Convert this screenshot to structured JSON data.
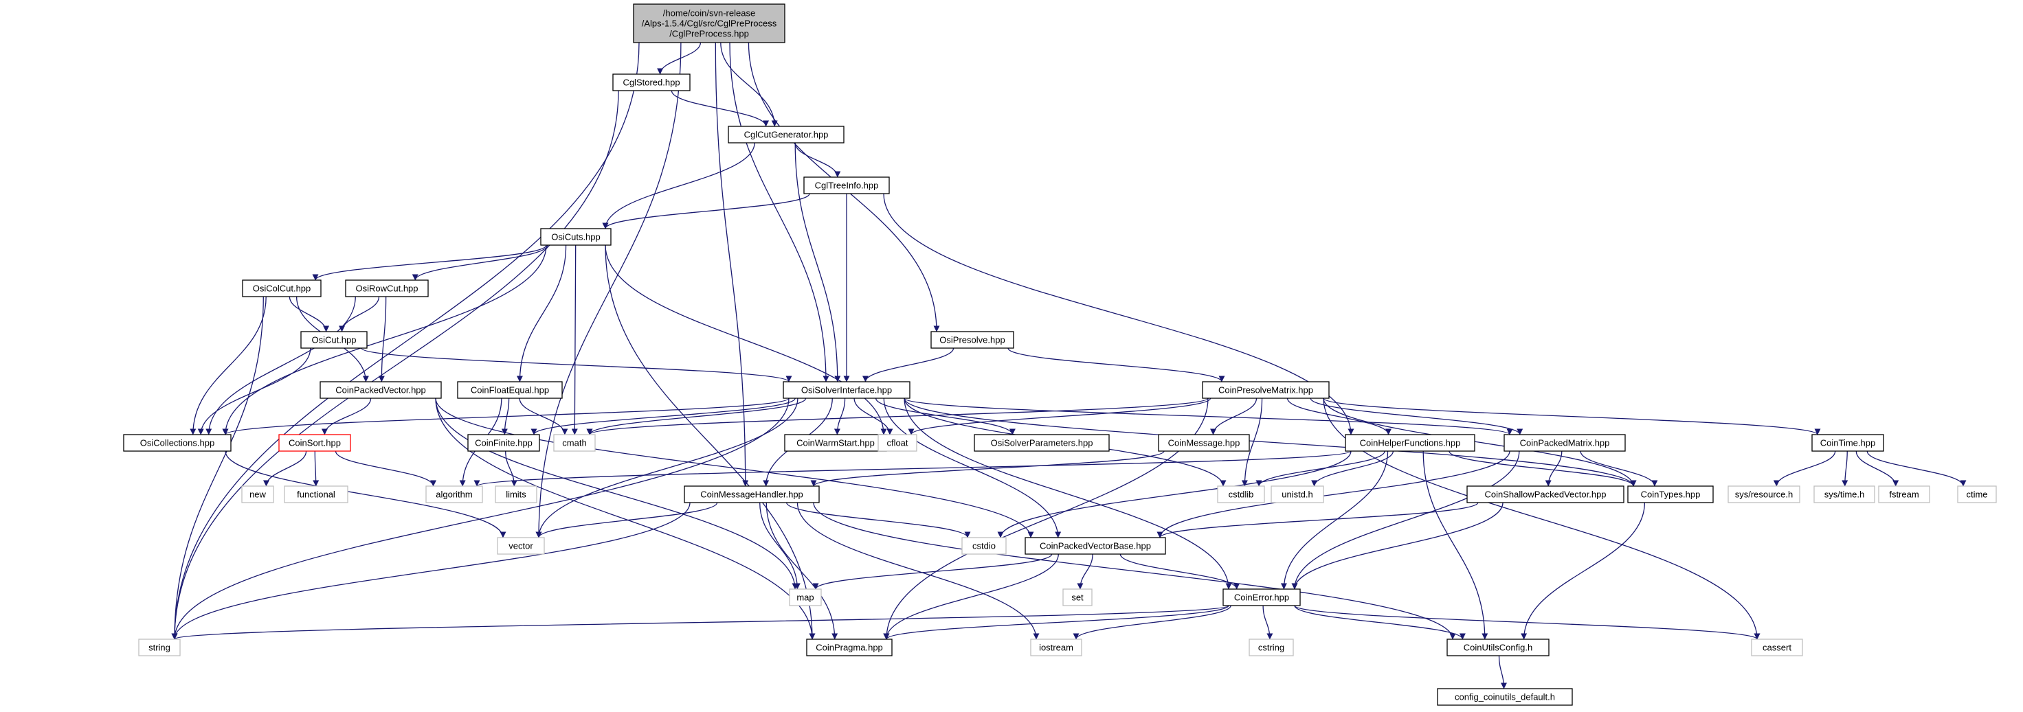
{
  "diagram": {
    "type": "include-dependency-graph",
    "colors": {
      "edge": "#191970",
      "root_fill": "#bfbfbf",
      "file_border": "#000000",
      "system_border": "#bfbfbf",
      "truncated_border": "#ff0000"
    },
    "nodes": [
      {
        "id": "root",
        "kind": "root",
        "label": [
          "/home/coin/svn-release",
          "/Alps-1.5.4/Cgl/src/CglPreProcess",
          "/CglPreProcess.hpp"
        ]
      },
      {
        "id": "cglstored",
        "kind": "file",
        "label": [
          "CglStored.hpp"
        ]
      },
      {
        "id": "cglcutgen",
        "kind": "file",
        "label": [
          "CglCutGenerator.hpp"
        ]
      },
      {
        "id": "cgltreeinfo",
        "kind": "file",
        "label": [
          "CglTreeInfo.hpp"
        ]
      },
      {
        "id": "osicuts",
        "kind": "file",
        "label": [
          "OsiCuts.hpp"
        ]
      },
      {
        "id": "osicolcut",
        "kind": "file",
        "label": [
          "OsiColCut.hpp"
        ]
      },
      {
        "id": "osirowcut",
        "kind": "file",
        "label": [
          "OsiRowCut.hpp"
        ]
      },
      {
        "id": "osicut",
        "kind": "file",
        "label": [
          "OsiCut.hpp"
        ]
      },
      {
        "id": "osipresolve",
        "kind": "file",
        "label": [
          "OsiPresolve.hpp"
        ]
      },
      {
        "id": "coinpackedvector",
        "kind": "file",
        "label": [
          "CoinPackedVector.hpp"
        ]
      },
      {
        "id": "coinfloatequal",
        "kind": "file",
        "label": [
          "CoinFloatEqual.hpp"
        ]
      },
      {
        "id": "osisolverinterface",
        "kind": "file",
        "label": [
          "OsiSolverInterface.hpp"
        ]
      },
      {
        "id": "coinpresolvematrix",
        "kind": "file",
        "label": [
          "CoinPresolveMatrix.hpp"
        ]
      },
      {
        "id": "osicollections",
        "kind": "file",
        "label": [
          "OsiCollections.hpp"
        ]
      },
      {
        "id": "coinsort",
        "kind": "trunc",
        "label": [
          "CoinSort.hpp"
        ]
      },
      {
        "id": "coinfinite",
        "kind": "file",
        "label": [
          "CoinFinite.hpp"
        ]
      },
      {
        "id": "cmath",
        "kind": "sys",
        "label": [
          "cmath"
        ]
      },
      {
        "id": "coinwarmstart",
        "kind": "file",
        "label": [
          "CoinWarmStart.hpp"
        ]
      },
      {
        "id": "cfloat",
        "kind": "sys",
        "label": [
          "cfloat"
        ]
      },
      {
        "id": "osisolverparams",
        "kind": "file",
        "label": [
          "OsiSolverParameters.hpp"
        ]
      },
      {
        "id": "coinmessage",
        "kind": "file",
        "label": [
          "CoinMessage.hpp"
        ]
      },
      {
        "id": "coinhelperfunctions",
        "kind": "file",
        "label": [
          "CoinHelperFunctions.hpp"
        ]
      },
      {
        "id": "coinpackedmatrix",
        "kind": "file",
        "label": [
          "CoinPackedMatrix.hpp"
        ]
      },
      {
        "id": "cointime",
        "kind": "file",
        "label": [
          "CoinTime.hpp"
        ]
      },
      {
        "id": "new",
        "kind": "sys",
        "label": [
          "new"
        ]
      },
      {
        "id": "functional",
        "kind": "sys",
        "label": [
          "functional"
        ]
      },
      {
        "id": "algorithm",
        "kind": "sys",
        "label": [
          "algorithm"
        ]
      },
      {
        "id": "limits",
        "kind": "sys",
        "label": [
          "limits"
        ]
      },
      {
        "id": "coinmessagehandler",
        "kind": "file",
        "label": [
          "CoinMessageHandler.hpp"
        ]
      },
      {
        "id": "cstdlib",
        "kind": "sys",
        "label": [
          "cstdlib"
        ]
      },
      {
        "id": "unistd",
        "kind": "sys",
        "label": [
          "unistd.h"
        ]
      },
      {
        "id": "coinshallowpackedvector",
        "kind": "file",
        "label": [
          "CoinShallowPackedVector.hpp"
        ]
      },
      {
        "id": "cointypes",
        "kind": "file",
        "label": [
          "CoinTypes.hpp"
        ]
      },
      {
        "id": "sysresource",
        "kind": "sys",
        "label": [
          "sys/resource.h"
        ]
      },
      {
        "id": "systime",
        "kind": "sys",
        "label": [
          "sys/time.h"
        ]
      },
      {
        "id": "fstream",
        "kind": "sys",
        "label": [
          "fstream"
        ]
      },
      {
        "id": "ctime",
        "kind": "sys",
        "label": [
          "ctime"
        ]
      },
      {
        "id": "vector",
        "kind": "sys",
        "label": [
          "vector"
        ]
      },
      {
        "id": "cstdio",
        "kind": "sys",
        "label": [
          "cstdio"
        ]
      },
      {
        "id": "coinpackedvectorbase",
        "kind": "file",
        "label": [
          "CoinPackedVectorBase.hpp"
        ]
      },
      {
        "id": "map",
        "kind": "sys",
        "label": [
          "map"
        ]
      },
      {
        "id": "set",
        "kind": "sys",
        "label": [
          "set"
        ]
      },
      {
        "id": "coinerror",
        "kind": "file",
        "label": [
          "CoinError.hpp"
        ]
      },
      {
        "id": "string",
        "kind": "sys",
        "label": [
          "string"
        ]
      },
      {
        "id": "coinpragma",
        "kind": "file",
        "label": [
          "CoinPragma.hpp"
        ]
      },
      {
        "id": "iostream",
        "kind": "sys",
        "label": [
          "iostream"
        ]
      },
      {
        "id": "cstring",
        "kind": "sys",
        "label": [
          "cstring"
        ]
      },
      {
        "id": "coinutilsconfig",
        "kind": "file",
        "label": [
          "CoinUtilsConfig.h"
        ]
      },
      {
        "id": "cassert",
        "kind": "sys",
        "label": [
          "cassert"
        ]
      },
      {
        "id": "configcoinutils",
        "kind": "file",
        "label": [
          "config_coinutils_default.h"
        ]
      }
    ],
    "edges": [
      [
        "root",
        "string"
      ],
      [
        "root",
        "vector"
      ],
      [
        "root",
        "cglstored"
      ],
      [
        "root",
        "cglcutgen"
      ],
      [
        "root",
        "coinmessagehandler"
      ],
      [
        "root",
        "osisolverinterface"
      ],
      [
        "root",
        "osipresolve"
      ],
      [
        "cglstored",
        "cglcutgen"
      ],
      [
        "cglstored",
        "string"
      ],
      [
        "cglcutgen",
        "cgltreeinfo"
      ],
      [
        "cglcutgen",
        "osicuts"
      ],
      [
        "cglcutgen",
        "osisolverinterface"
      ],
      [
        "cgltreeinfo",
        "osicuts"
      ],
      [
        "cgltreeinfo",
        "osisolverinterface"
      ],
      [
        "cgltreeinfo",
        "coinhelperfunctions"
      ],
      [
        "osicuts",
        "osicolcut"
      ],
      [
        "osicuts",
        "osirowcut"
      ],
      [
        "osicuts",
        "osicollections"
      ],
      [
        "osicuts",
        "coinfloatequal"
      ],
      [
        "osicuts",
        "cmath"
      ],
      [
        "osicuts",
        "cfloat"
      ],
      [
        "osicuts",
        "coinpragma"
      ],
      [
        "osicolcut",
        "osicut"
      ],
      [
        "osicolcut",
        "coinpackedvector"
      ],
      [
        "osicolcut",
        "osicollections"
      ],
      [
        "osicolcut",
        "string"
      ],
      [
        "osirowcut",
        "osicut"
      ],
      [
        "osirowcut",
        "coinpackedvector"
      ],
      [
        "osirowcut",
        "osicollections"
      ],
      [
        "osicut",
        "osisolverinterface"
      ],
      [
        "osicut",
        "osicollections"
      ],
      [
        "osipresolve",
        "osisolverinterface"
      ],
      [
        "osipresolve",
        "coinpresolvematrix"
      ],
      [
        "coinpackedvector",
        "coinsort"
      ],
      [
        "coinpackedvector",
        "coinpackedvectorbase"
      ],
      [
        "coinpackedvector",
        "map"
      ],
      [
        "coinpackedvector",
        "coinpragma"
      ],
      [
        "coinfloatequal",
        "coinfinite"
      ],
      [
        "coinfloatequal",
        "cmath"
      ],
      [
        "coinfloatequal",
        "algorithm"
      ],
      [
        "osisolverinterface",
        "osicollections"
      ],
      [
        "osisolverinterface",
        "coinfinite"
      ],
      [
        "osisolverinterface",
        "cmath"
      ],
      [
        "osisolverinterface",
        "coinwarmstart"
      ],
      [
        "osisolverinterface",
        "cfloat"
      ],
      [
        "osisolverinterface",
        "osisolverparams"
      ],
      [
        "osisolverinterface",
        "coinpackedmatrix"
      ],
      [
        "osisolverinterface",
        "cointypes"
      ],
      [
        "osisolverinterface",
        "cstdlib"
      ],
      [
        "osisolverinterface",
        "coinmessagehandler"
      ],
      [
        "osisolverinterface",
        "vector"
      ],
      [
        "osisolverinterface",
        "coinpackedvectorbase"
      ],
      [
        "osisolverinterface",
        "coinerror"
      ],
      [
        "osisolverinterface",
        "string"
      ],
      [
        "coinpresolvematrix",
        "coinmessage"
      ],
      [
        "coinpresolvematrix",
        "coinpackedmatrix"
      ],
      [
        "coinpresolvematrix",
        "cointime"
      ],
      [
        "coinpresolvematrix",
        "cstdlib"
      ],
      [
        "coinpresolvematrix",
        "cmath"
      ],
      [
        "coinpresolvematrix",
        "cfloat"
      ],
      [
        "coinpresolvematrix",
        "coinpragma"
      ],
      [
        "coinpresolvematrix",
        "cassert"
      ],
      [
        "coinpresolvematrix",
        "cointypes"
      ],
      [
        "coinpresolvematrix",
        "coinhelperfunctions"
      ],
      [
        "osicollections",
        "vector"
      ],
      [
        "coinsort",
        "new"
      ],
      [
        "coinsort",
        "functional"
      ],
      [
        "coinsort",
        "algorithm"
      ],
      [
        "coinfinite",
        "limits"
      ],
      [
        "coinmessage",
        "coinmessagehandler"
      ],
      [
        "coinhelperfunctions",
        "algorithm"
      ],
      [
        "coinhelperfunctions",
        "cstdlib"
      ],
      [
        "coinhelperfunctions",
        "unistd"
      ],
      [
        "coinhelperfunctions",
        "cstdio"
      ],
      [
        "coinhelperfunctions",
        "cointypes"
      ],
      [
        "coinhelperfunctions",
        "coinerror"
      ],
      [
        "coinhelperfunctions",
        "coinutilsconfig"
      ],
      [
        "coinpackedmatrix",
        "coinshallowpackedvector"
      ],
      [
        "coinpackedmatrix",
        "cointypes"
      ],
      [
        "coinpackedmatrix",
        "coinpackedvectorbase"
      ],
      [
        "coinpackedmatrix",
        "coinerror"
      ],
      [
        "cointime",
        "sysresource"
      ],
      [
        "cointime",
        "systime"
      ],
      [
        "cointime",
        "fstream"
      ],
      [
        "cointime",
        "ctime"
      ],
      [
        "coinmessagehandler",
        "vector"
      ],
      [
        "coinmessagehandler",
        "cstdio"
      ],
      [
        "coinmessagehandler",
        "map"
      ],
      [
        "coinmessagehandler",
        "string"
      ],
      [
        "coinmessagehandler",
        "coinpragma"
      ],
      [
        "coinmessagehandler",
        "iostream"
      ],
      [
        "coinmessagehandler",
        "coinutilsconfig"
      ],
      [
        "coinshallowpackedvector",
        "coinpackedvectorbase"
      ],
      [
        "coinshallowpackedvector",
        "coinerror"
      ],
      [
        "cointypes",
        "coinutilsconfig"
      ],
      [
        "coinpackedvectorbase",
        "map"
      ],
      [
        "coinpackedvectorbase",
        "set"
      ],
      [
        "coinpackedvectorbase",
        "coinerror"
      ],
      [
        "coinpackedvectorbase",
        "coinpragma"
      ],
      [
        "coinerror",
        "string"
      ],
      [
        "coinerror",
        "coinpragma"
      ],
      [
        "coinerror",
        "iostream"
      ],
      [
        "coinerror",
        "cstring"
      ],
      [
        "coinerror",
        "coinutilsconfig"
      ],
      [
        "coinerror",
        "cassert"
      ],
      [
        "coinutilsconfig",
        "configcoinutils"
      ]
    ]
  }
}
